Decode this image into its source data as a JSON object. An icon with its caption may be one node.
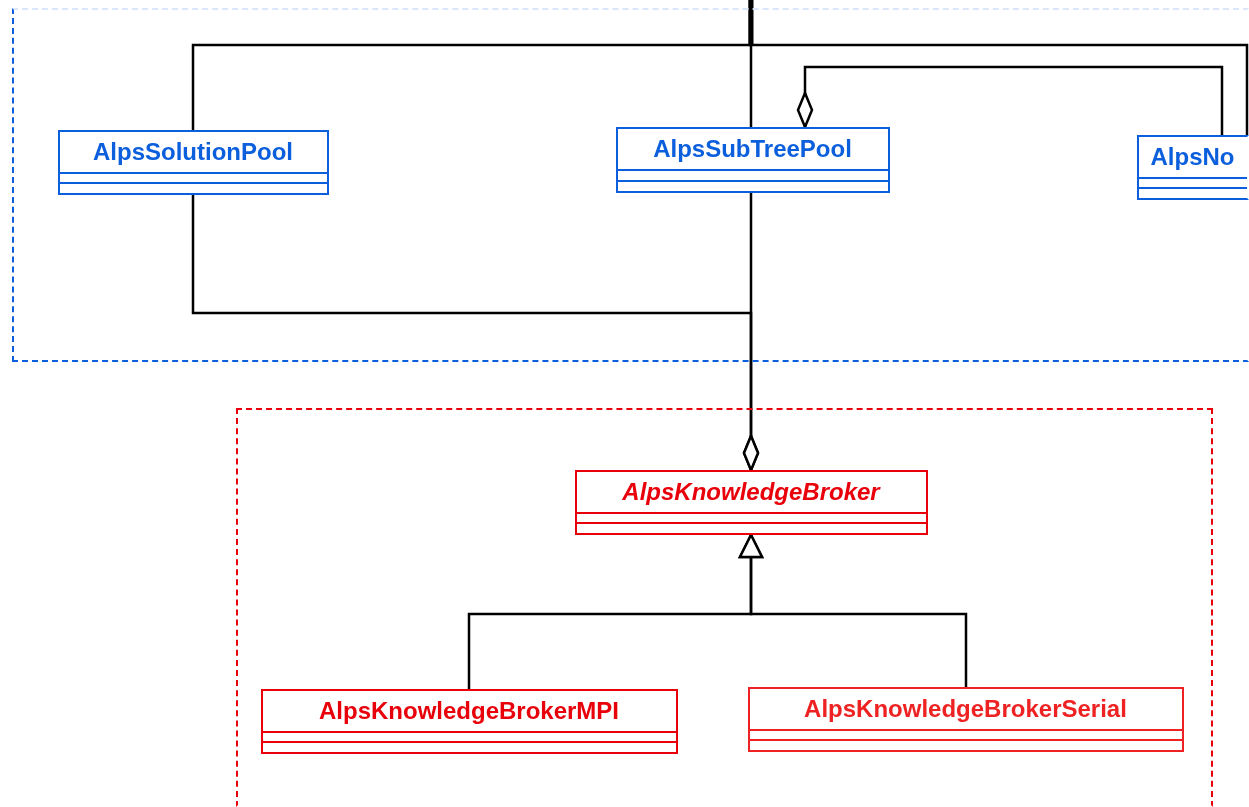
{
  "diagram": {
    "nodes": [
      {
        "text": [],
        "shape": "box"
      },
      {
        "text": [
          "AlpsSolutionPool"
        ],
        "in": 0
      },
      {
        "text": [
          "AlpsSubTreePool"
        ],
        "in": 0
      },
      {
        "text": [
          "AlpsNo"
        ],
        "in": 0
      },
      {
        "text": [],
        "shape": "box"
      },
      {
        "text": [
          "AlpsKnowledgeBroker"
        ],
        "in": 4
      },
      {
        "text": [
          "AlpsKnowledgeBrokerMPI"
        ],
        "in": 4
      },
      {
        "text": [
          "AlpsKnowledgeBrokerSerial"
        ],
        "in": 4
      }
    ],
    "edges": [
      {
        "from": null,
        "to": 1,
        "arrow": "none"
      },
      {
        "from": null,
        "to": 2,
        "arrow": "none"
      },
      {
        "from": 3,
        "to": 2,
        "arrow": "other"
      },
      {
        "from": 1,
        "to": 5,
        "arrow": "other"
      },
      {
        "from": 2,
        "to": 5,
        "arrow": "other"
      },
      {
        "from": 6,
        "to": 5,
        "arrow": "to"
      },
      {
        "from": 7,
        "to": 5,
        "arrow": "to"
      },
      {
        "from": null,
        "to": 3,
        "arrow": "none"
      }
    ]
  }
}
